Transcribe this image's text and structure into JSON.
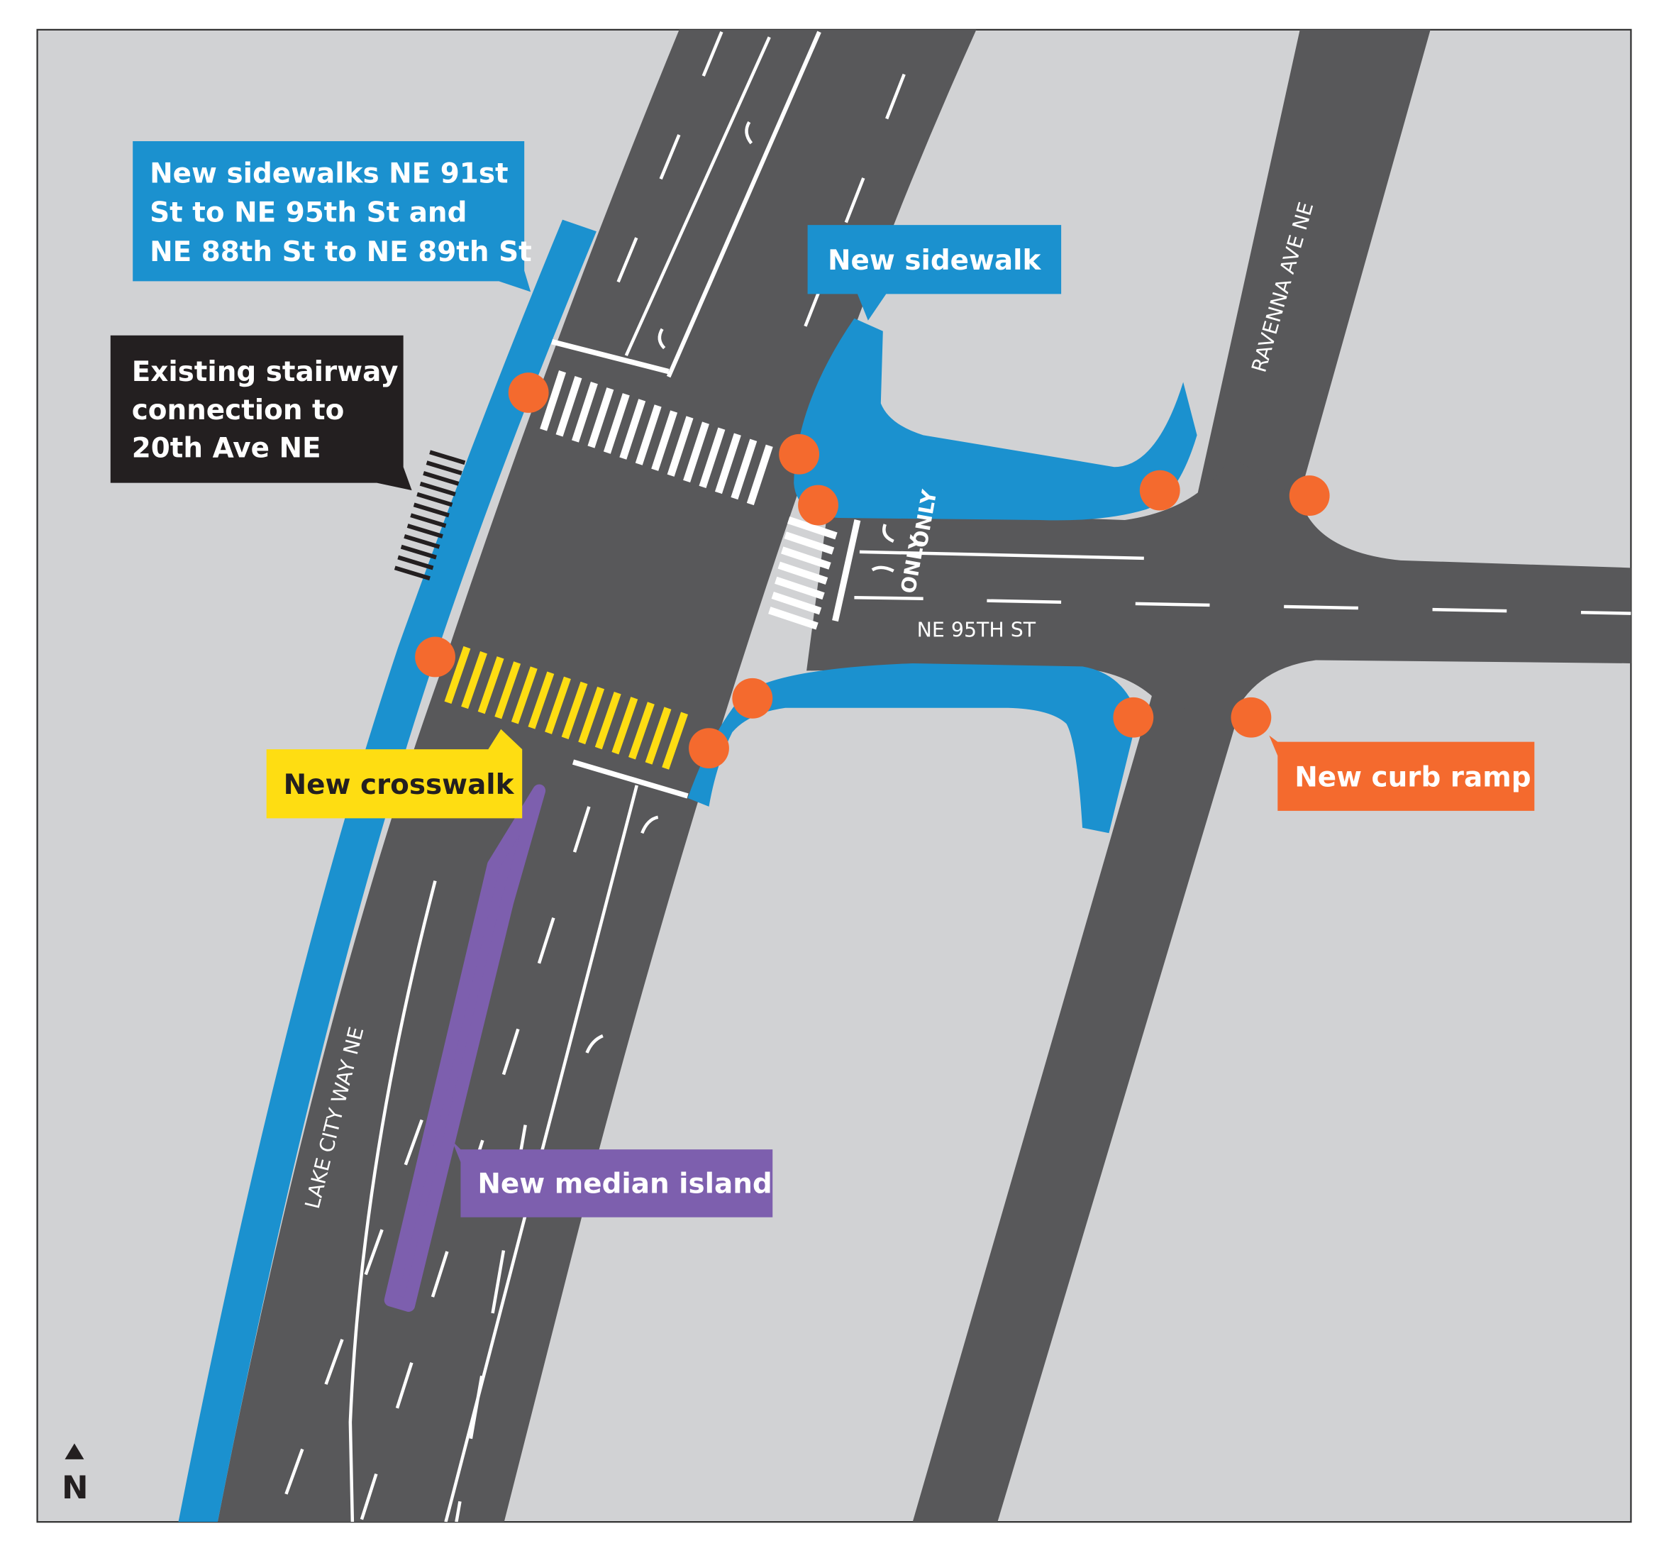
{
  "colors": {
    "background": "#d1d2d4",
    "road": "#58585a",
    "sidewalk": "#1b91cf",
    "crosswalk_new": "#fedd12",
    "curb_ramp": "#f46a2e",
    "median": "#7d5fae",
    "stairway_label": "#231f20"
  },
  "callouts": {
    "sidewalks": [
      "New sidewalks NE 91st",
      "St to NE 95th St and",
      "NE 88th St to NE 89th St"
    ],
    "stairway": [
      "Existing stairway",
      "connection to",
      "20th Ave NE"
    ],
    "new_sidewalk": "New sidewalk",
    "crosswalk": "New crosswalk",
    "curb_ramp": "New curb ramp",
    "median": "New median island"
  },
  "streets": {
    "lake_city": "LAKE CITY WAY NE",
    "ne95": "NE 95TH ST",
    "ravenna": "RAVENNA AVE NE"
  },
  "lane_text": {
    "only_1": "ONLY",
    "only_2": "ONLY"
  },
  "north_arrow": {
    "icon": "north-arrow-icon",
    "label": "N"
  }
}
